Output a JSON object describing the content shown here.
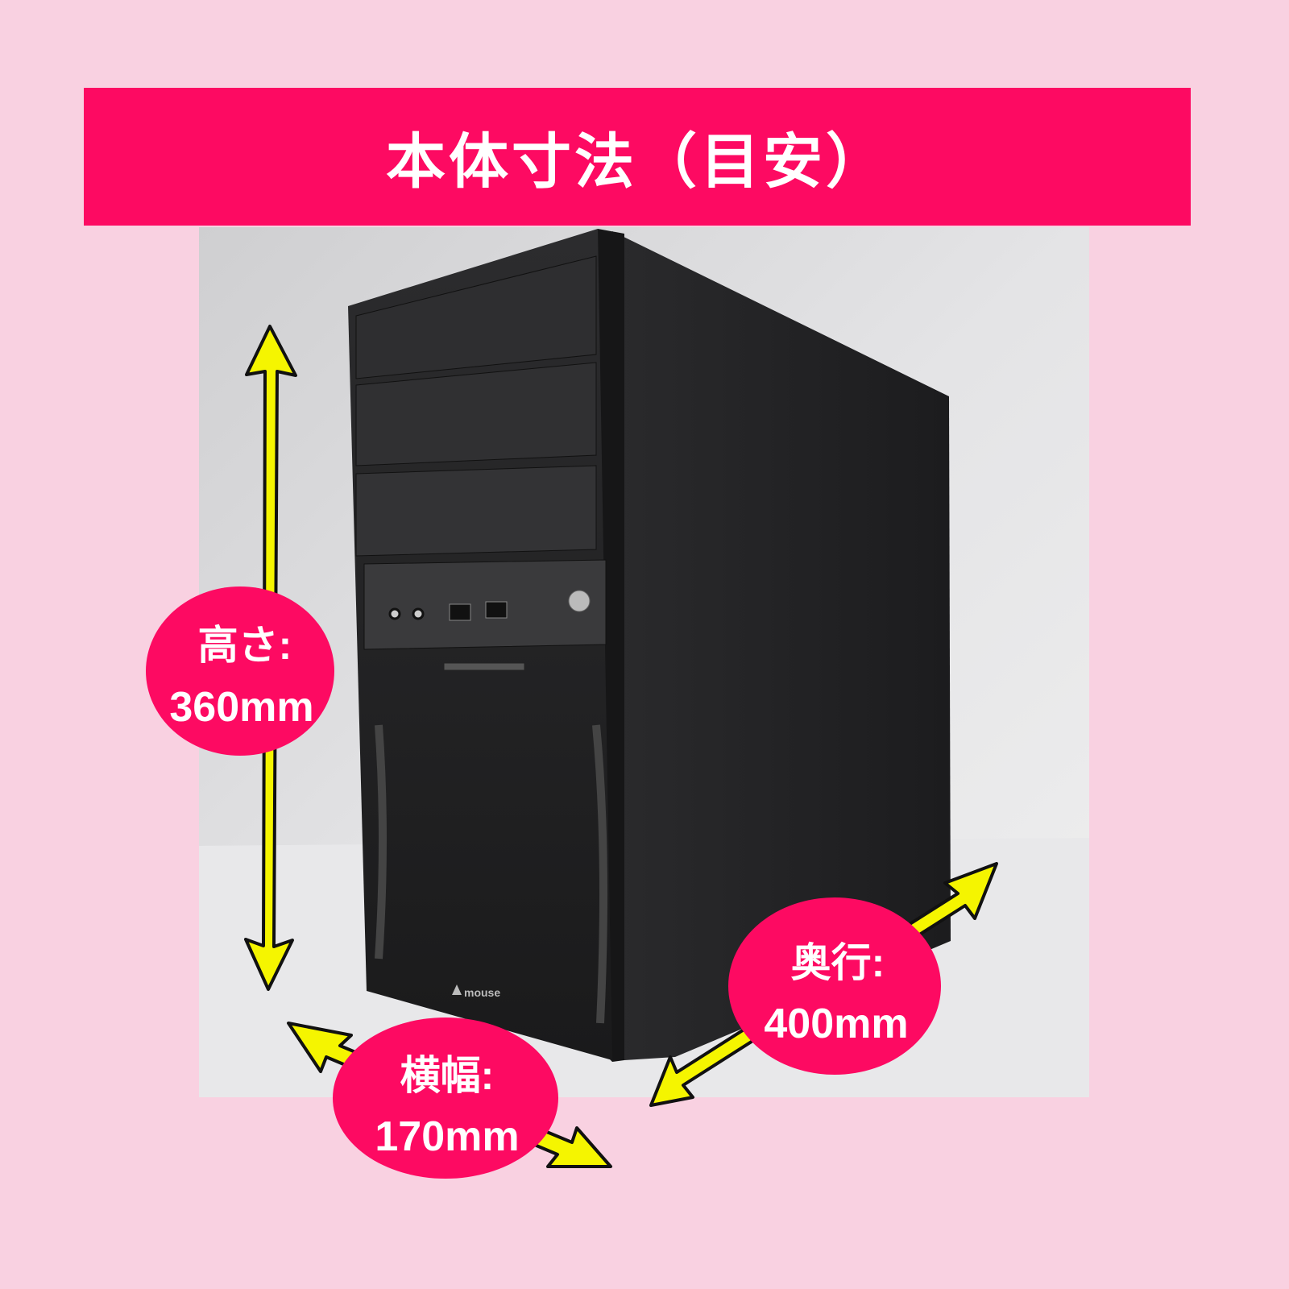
{
  "banner": {
    "title": "本体寸法（目安）"
  },
  "colors": {
    "accent": "#fd0a62",
    "background": "#f9d1e1",
    "arrow": "#f5f500"
  },
  "dimensions": {
    "height": {
      "label": "高さ:",
      "value": "360mm"
    },
    "width": {
      "label": "横幅:",
      "value": "170mm"
    },
    "depth": {
      "label": "奥行:",
      "value": "400mm"
    }
  },
  "product": {
    "brand_logo": "mouse"
  }
}
